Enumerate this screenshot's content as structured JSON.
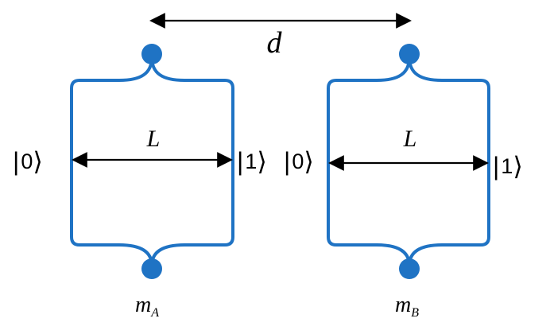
{
  "colors": {
    "interferometer": "#1f73c4",
    "arrow": "#000000",
    "text": "#000000",
    "background": "#ffffff"
  },
  "separation_label": "d",
  "interferometers": [
    {
      "id": "A",
      "length_label": "L",
      "left_state": {
        "bar": "|",
        "value": "0",
        "bracket": "⟩"
      },
      "right_state": {
        "bar": "|",
        "value": "1",
        "bracket": "⟩"
      },
      "mass_label": {
        "base": "m",
        "subscript": "A"
      }
    },
    {
      "id": "B",
      "length_label": "L",
      "left_state": {
        "bar": "|",
        "value": "0",
        "bracket": "⟩"
      },
      "right_state": {
        "bar": "|",
        "value": "1",
        "bracket": "⟩"
      },
      "mass_label": {
        "base": "m",
        "subscript": "B"
      }
    }
  ]
}
